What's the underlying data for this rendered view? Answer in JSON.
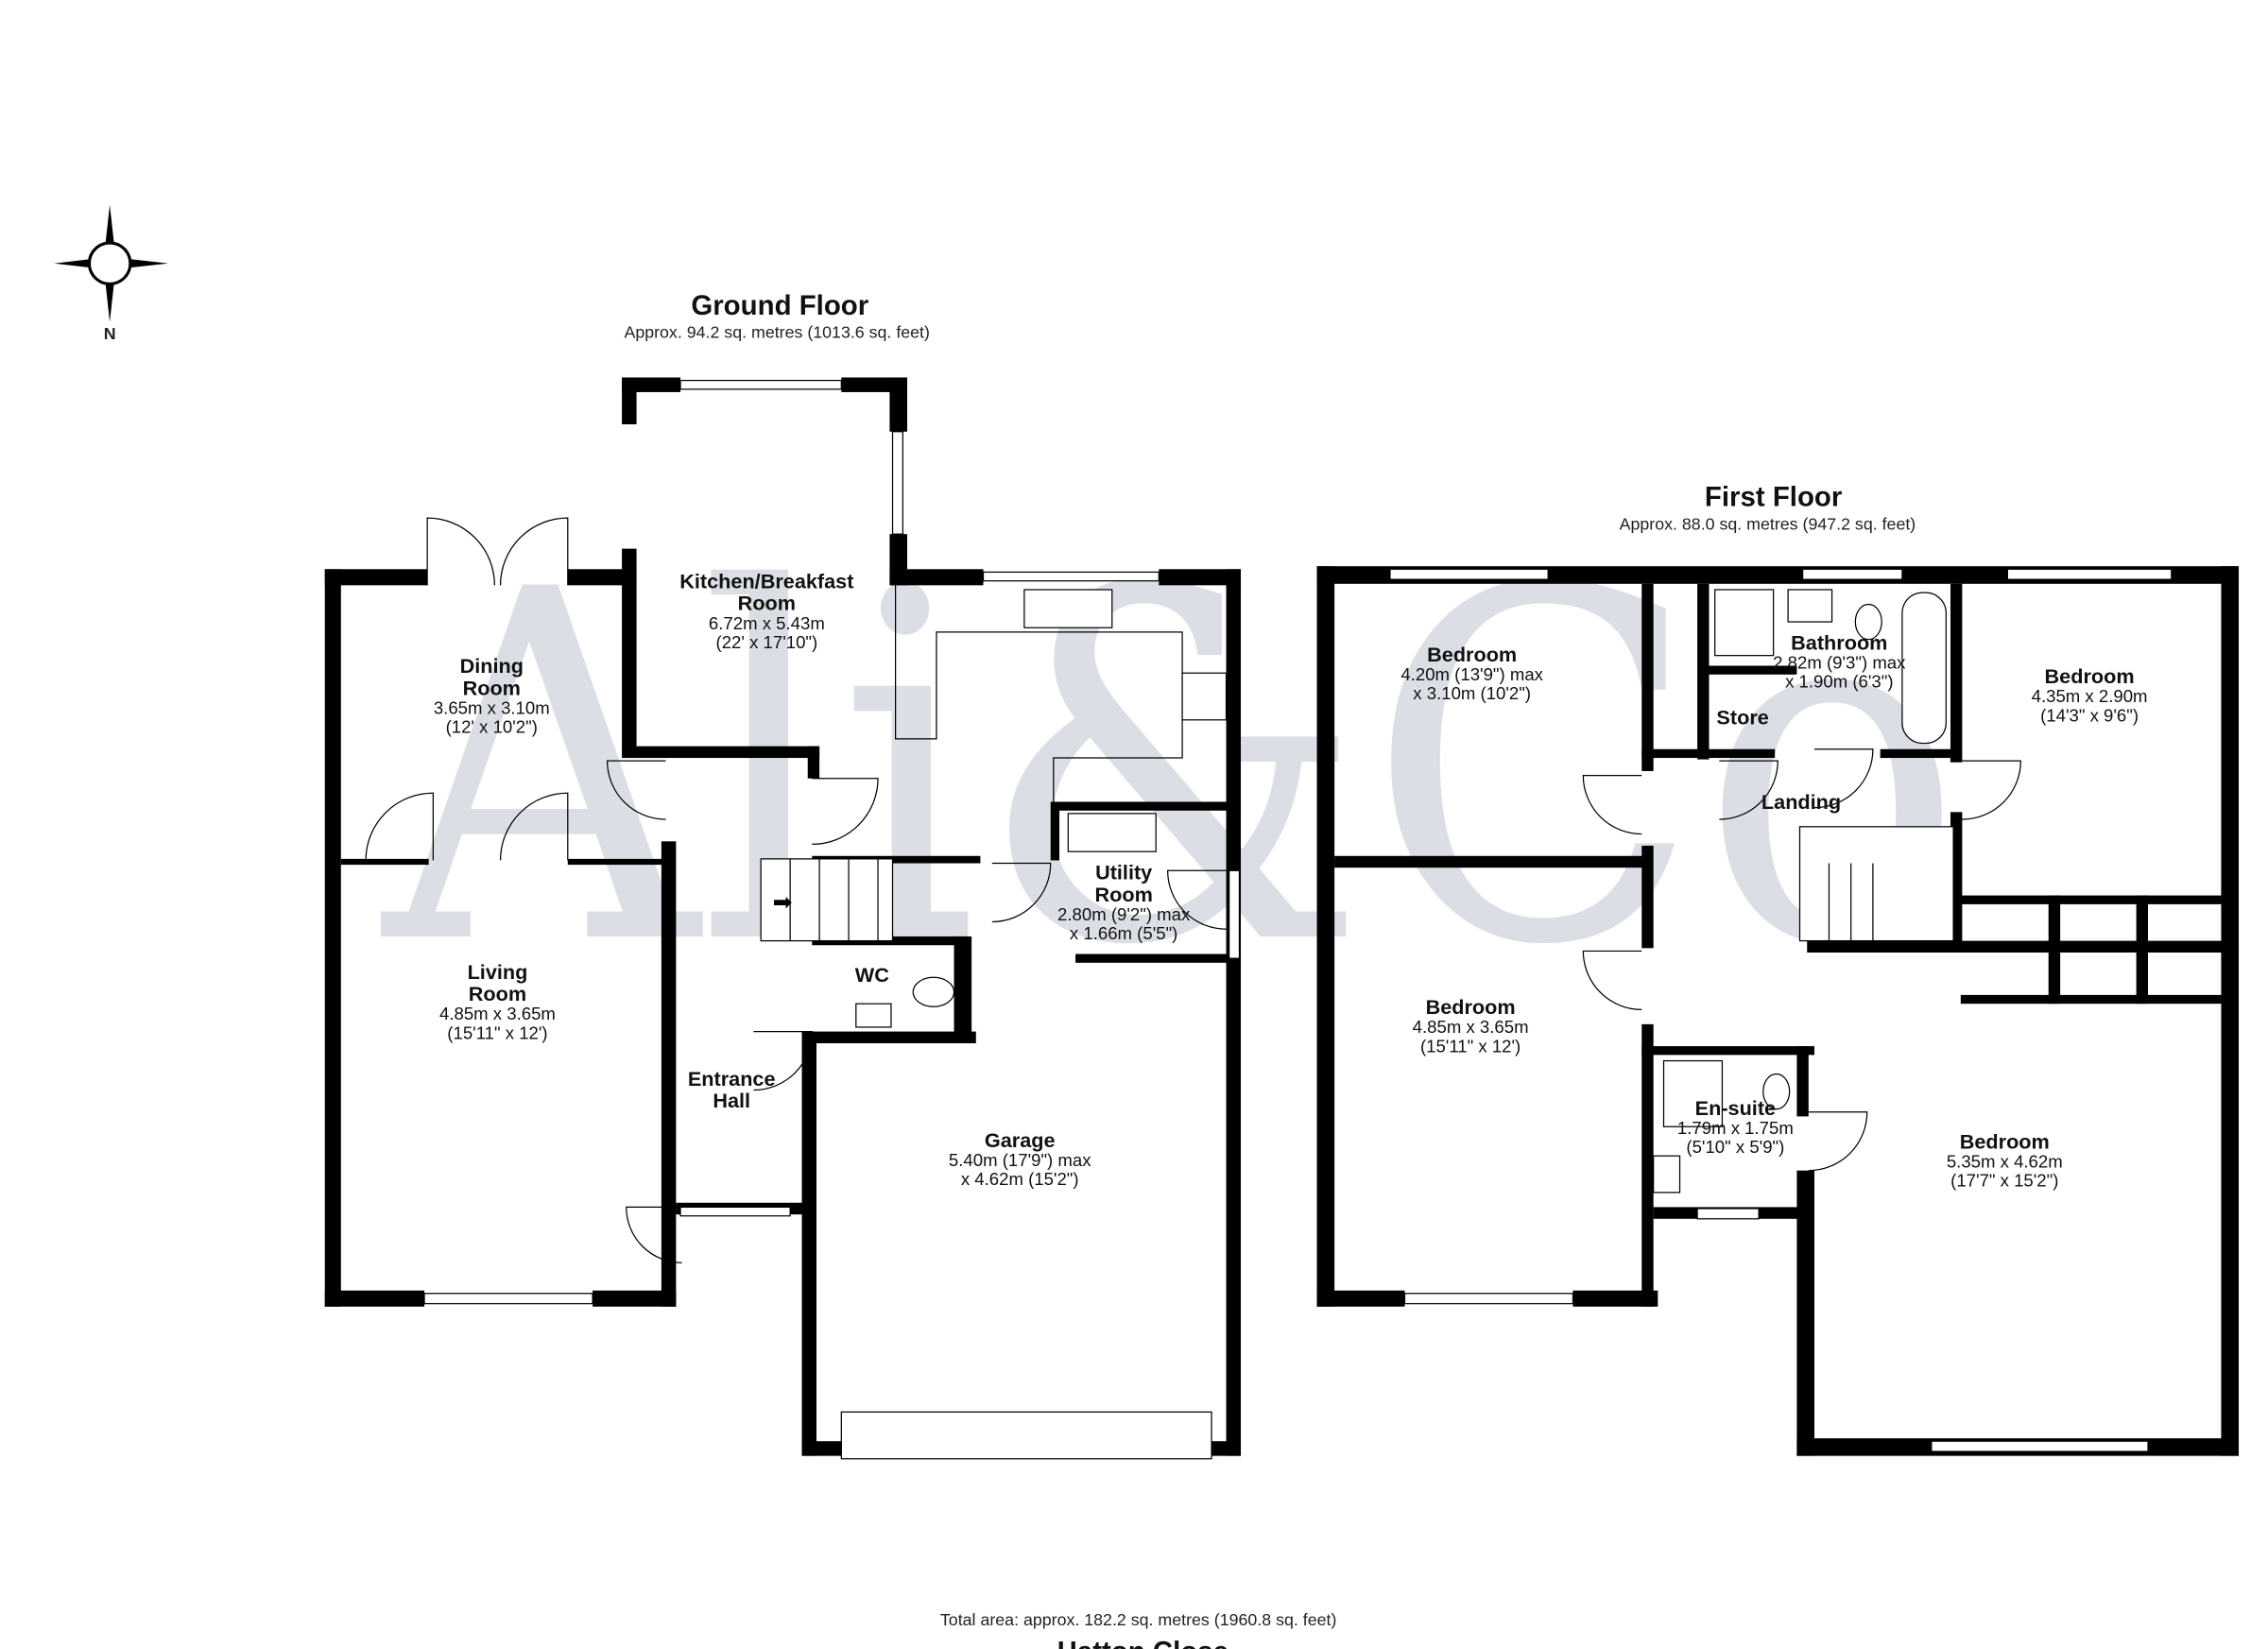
{
  "watermark": "Ali&Co",
  "compass": {
    "label": "N"
  },
  "ground_floor": {
    "title": "Ground Floor",
    "area": "Approx. 94.2 sq. metres (1013.6 sq. feet)",
    "rooms": [
      {
        "name": [
          "Kitchen/Breakfast",
          "Room"
        ],
        "dims": [
          "6.72m x 5.43m",
          "(22' x 17'10\")"
        ]
      },
      {
        "name": [
          "Dining",
          "Room"
        ],
        "dims": [
          "3.65m x 3.10m",
          "(12' x 10'2\")"
        ]
      },
      {
        "name": [
          "Living",
          "Room"
        ],
        "dims": [
          "4.85m x 3.65m",
          "(15'11\" x 12')"
        ]
      },
      {
        "name": [
          "Entrance",
          "Hall"
        ],
        "dims": []
      },
      {
        "name": [
          "WC"
        ],
        "dims": []
      },
      {
        "name": [
          "Utility",
          "Room"
        ],
        "dims": [
          "2.80m (9'2\") max",
          "x 1.66m (5'5\")"
        ]
      },
      {
        "name": [
          "Garage"
        ],
        "dims": [
          "5.40m (17'9\") max",
          "x 4.62m (15'2\")"
        ]
      }
    ]
  },
  "first_floor": {
    "title": "First Floor",
    "area": "Approx. 88.0 sq. metres (947.2 sq. feet)",
    "rooms": [
      {
        "name": [
          "Bedroom"
        ],
        "dims": [
          "4.20m (13'9\") max",
          "x 3.10m (10'2\")"
        ]
      },
      {
        "name": [
          "Bathroom"
        ],
        "dims": [
          "2.82m (9'3\") max",
          "x 1.90m (6'3\")"
        ]
      },
      {
        "name": [
          "Store"
        ],
        "dims": []
      },
      {
        "name": [
          "Bedroom"
        ],
        "dims": [
          "4.35m x 2.90m",
          "(14'3\" x 9'6\")"
        ]
      },
      {
        "name": [
          "Landing"
        ],
        "dims": []
      },
      {
        "name": [
          "Bedroom"
        ],
        "dims": [
          "4.85m x 3.65m",
          "(15'11\" x 12')"
        ]
      },
      {
        "name": [
          "En-suite"
        ],
        "dims": [
          "1.79m x 1.75m",
          "(5'10\" x 5'9\")"
        ]
      },
      {
        "name": [
          "Bedroom"
        ],
        "dims": [
          "5.35m x 4.62m",
          "(17'7\" x 15'2\")"
        ]
      }
    ]
  },
  "footer": {
    "total_area": "Total area: approx. 182.2 sq. metres (1960.8 sq. feet)",
    "address": "Hatton Close"
  }
}
